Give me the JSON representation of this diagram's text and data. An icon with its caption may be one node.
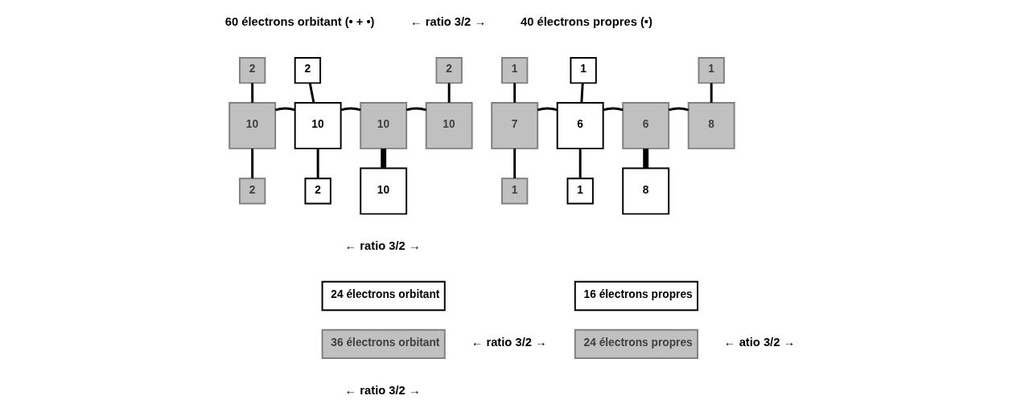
{
  "diagram": {
    "nodes": [
      {
        "text": [
          "2"
        ]
      },
      {
        "text": [
          "2"
        ]
      },
      {
        "text": [
          "2"
        ]
      },
      {
        "text": [
          "10"
        ]
      },
      {
        "text": [
          "10"
        ]
      },
      {
        "text": [
          "10"
        ]
      },
      {
        "text": [
          "10"
        ]
      },
      {
        "text": [
          "2"
        ]
      },
      {
        "text": [
          "2"
        ]
      },
      {
        "text": [
          "10"
        ]
      },
      {
        "text": [
          "1"
        ]
      },
      {
        "text": [
          "1"
        ]
      },
      {
        "text": [
          "1"
        ]
      },
      {
        "text": [
          "7"
        ]
      },
      {
        "text": [
          "6"
        ]
      },
      {
        "text": [
          "6"
        ]
      },
      {
        "text": [
          "8"
        ]
      },
      {
        "text": [
          "1"
        ]
      },
      {
        "text": [
          "1"
        ]
      },
      {
        "text": [
          "8"
        ]
      },
      {
        "text": [
          "36 électrons orbitant"
        ]
      },
      {
        "text": [
          "24 électrons orbitant"
        ]
      },
      {
        "text": [
          "24 électrons propres"
        ]
      },
      {
        "text": [
          "16 électrons propres"
        ]
      }
    ],
    "edges": [
      {
        "from": 0,
        "to": 3,
        "arrow": "none"
      },
      {
        "from": 1,
        "to": 4,
        "arrow": "none"
      },
      {
        "from": 2,
        "to": 6,
        "arrow": "none"
      },
      {
        "from": 3,
        "to": 4,
        "arrow": "none"
      },
      {
        "from": 4,
        "to": 5,
        "arrow": "none"
      },
      {
        "from": 5,
        "to": 6,
        "arrow": "none"
      },
      {
        "from": 3,
        "to": 7,
        "arrow": "none"
      },
      {
        "from": 4,
        "to": 8,
        "arrow": "none"
      },
      {
        "from": 5,
        "to": 9,
        "arrow": "none",
        "style": "thick"
      },
      {
        "from": 10,
        "to": 13,
        "arrow": "none"
      },
      {
        "from": 11,
        "to": 14,
        "arrow": "none"
      },
      {
        "from": 12,
        "to": 16,
        "arrow": "none"
      },
      {
        "from": 13,
        "to": 14,
        "arrow": "none"
      },
      {
        "from": 14,
        "to": 15,
        "arrow": "none"
      },
      {
        "from": 15,
        "to": 16,
        "arrow": "none"
      },
      {
        "from": 13,
        "to": 17,
        "arrow": "none"
      },
      {
        "from": 14,
        "to": 18,
        "arrow": "none"
      },
      {
        "from": 15,
        "to": 19,
        "arrow": "none",
        "style": "thick"
      }
    ],
    "labels": [
      "60 électrons orbitant (• + •)",
      "← ratio 3/2 →",
      "40 électrons propres (•)",
      "← ratio 3/2 →",
      "← ratio 3/2 →",
      "← atio 3/2 →",
      "← ratio 3/2 →"
    ]
  }
}
